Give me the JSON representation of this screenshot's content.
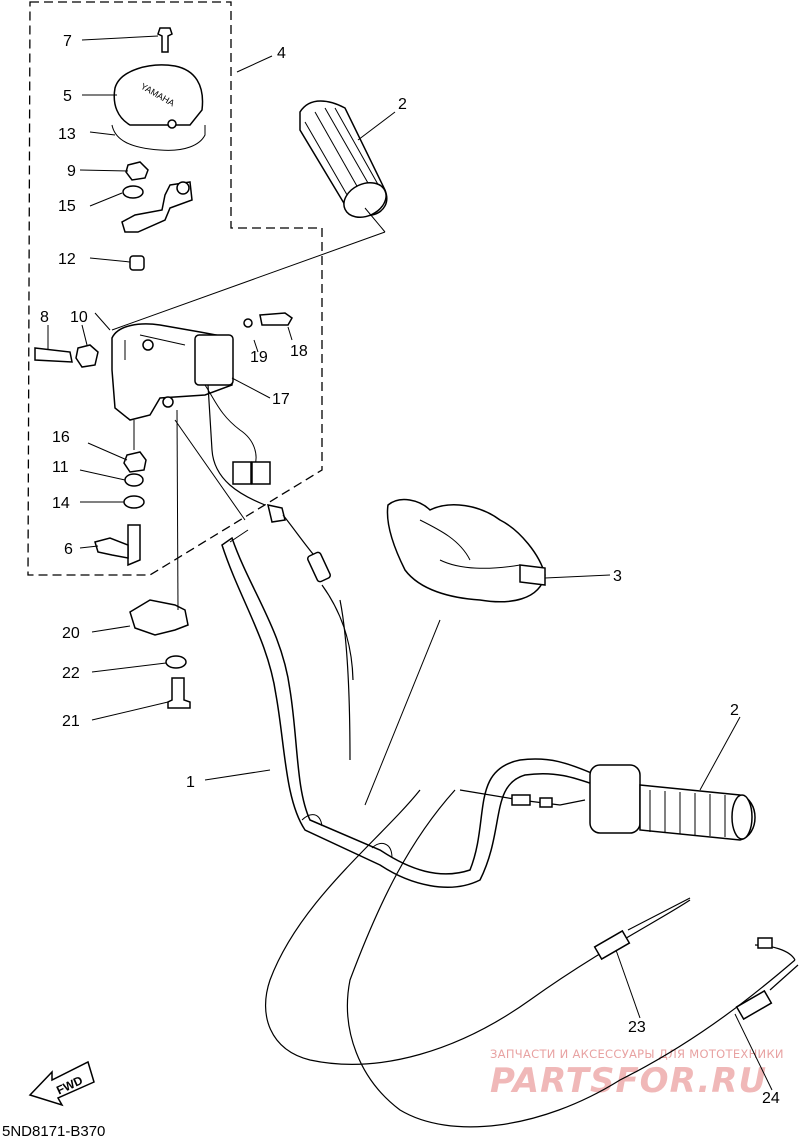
{
  "diagram": {
    "drawing_code": "5ND8171-B370",
    "fwd_label": "FWD",
    "watermark_line1": "ЗАПЧАСТИ И АКСЕССУАРЫ ДЛЯ МОТОТЕХНИКИ",
    "watermark_line2": "PARTSFOR.RU",
    "brand_on_cover": "YAMAHA",
    "callouts": {
      "c1": "1",
      "c2a": "2",
      "c2b": "2",
      "c3": "3",
      "c4": "4",
      "c5": "5",
      "c6": "6",
      "c7": "7",
      "c8": "8",
      "c9": "9",
      "c10": "10",
      "c11": "11",
      "c12": "12",
      "c13": "13",
      "c14": "14",
      "c15": "15",
      "c16": "16",
      "c17": "17",
      "c18": "18",
      "c19": "19",
      "c20": "20",
      "c21": "21",
      "c22": "22",
      "c23": "23",
      "c24": "24"
    }
  }
}
